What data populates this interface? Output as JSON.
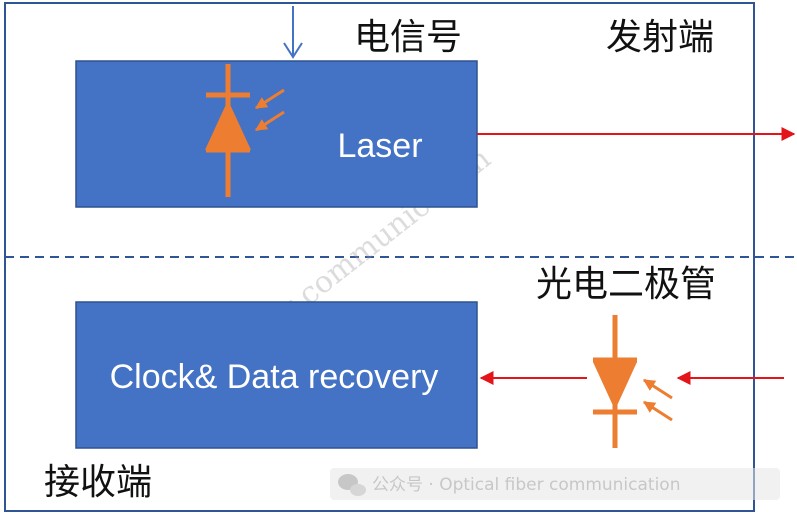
{
  "transmitter": {
    "section_label": "发射端",
    "input_label": "电信号",
    "block_label": "Laser"
  },
  "receiver": {
    "section_label": "接收端",
    "detector_label": "光电二极管",
    "block_label": "Clock& Data recovery"
  },
  "watermark": {
    "diagonal_text": "OPtical fiber communication",
    "footer_text": "公众号 · Optical fiber communication"
  },
  "colors": {
    "block_fill": "#4472c4",
    "block_stroke": "#2f528f",
    "diode": "#ed7d31",
    "signal_arrow": "#e3151a",
    "input_arrow": "#4472c4",
    "frame": "#2f5597",
    "divider": "#2f5597"
  }
}
